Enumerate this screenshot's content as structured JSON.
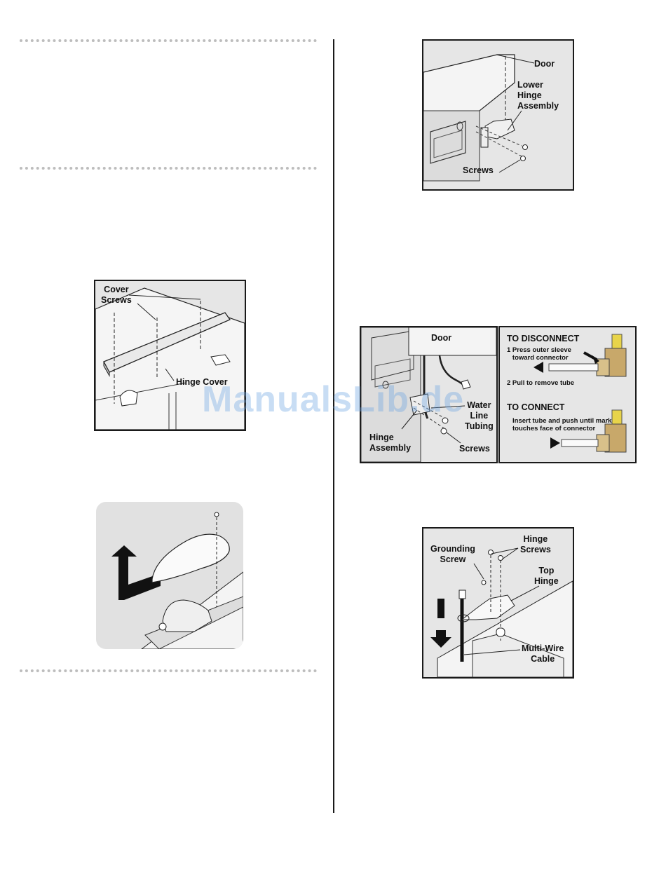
{
  "figures": {
    "lower_hinge": {
      "door": "Door",
      "lower_hinge": "Lower\nHinge\nAssembly",
      "screws": "Screws"
    },
    "hinge_cover": {
      "cover_screws": "Cover\nScrews",
      "hinge_cover": "Hinge Cover"
    },
    "water_line": {
      "door": "Door",
      "water_line": "Water\nLine\nTubing",
      "hinge_assembly": "Hinge\nAssembly",
      "screws": "Screws"
    },
    "connector": {
      "disconnect_title": "TO DISCONNECT",
      "step1": "1 Press outer sleeve\n   toward connector",
      "step2": "2 Pull to remove tube",
      "connect_title": "TO CONNECT",
      "connect_text": "Insert tube and push until mark\ntouches face of connector"
    },
    "top_hinge": {
      "grounding_screw": "Grounding\nScrew",
      "hinge_screws": "Hinge\nScrews",
      "top_hinge": "Top\nHinge",
      "multi_wire": "Multi-Wire\nCable"
    }
  },
  "watermark": "ManualsLib.de",
  "colors": {
    "figure_bg": "#e6e6e6",
    "border": "#1a1a1a",
    "connector_brass": "#c8a86a",
    "connector_yellow": "#e8d44a",
    "watermark": "#6ea5e1"
  }
}
